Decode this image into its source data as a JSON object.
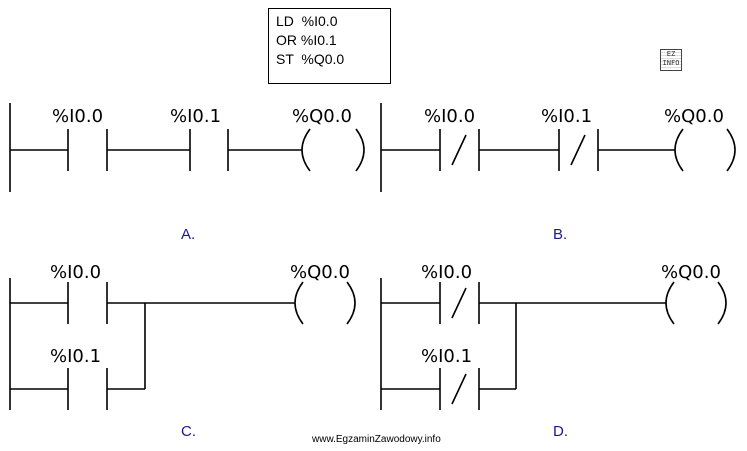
{
  "instruction_list": {
    "lines": [
      "LD  %I0.0",
      "OR %I0.1",
      "ST  %Q0.0"
    ]
  },
  "logo": {
    "text_top": "EZ",
    "text_bottom": "INFO"
  },
  "options": {
    "a": {
      "label": "A.",
      "contact1": "%I0.0",
      "contact2": "%I0.1",
      "coil": "%Q0.0"
    },
    "b": {
      "label": "B.",
      "contact1": "%I0.0",
      "contact2": "%I0.1",
      "coil": "%Q0.0"
    },
    "c": {
      "label": "C.",
      "contact1": "%I0.0",
      "contact2": "%I0.1",
      "coil": "%Q0.0"
    },
    "d": {
      "label": "D.",
      "contact1": "%I0.0",
      "contact2": "%I0.1",
      "coil": "%Q0.0"
    }
  },
  "watermark": "www.EgzaminZawodowy.info"
}
